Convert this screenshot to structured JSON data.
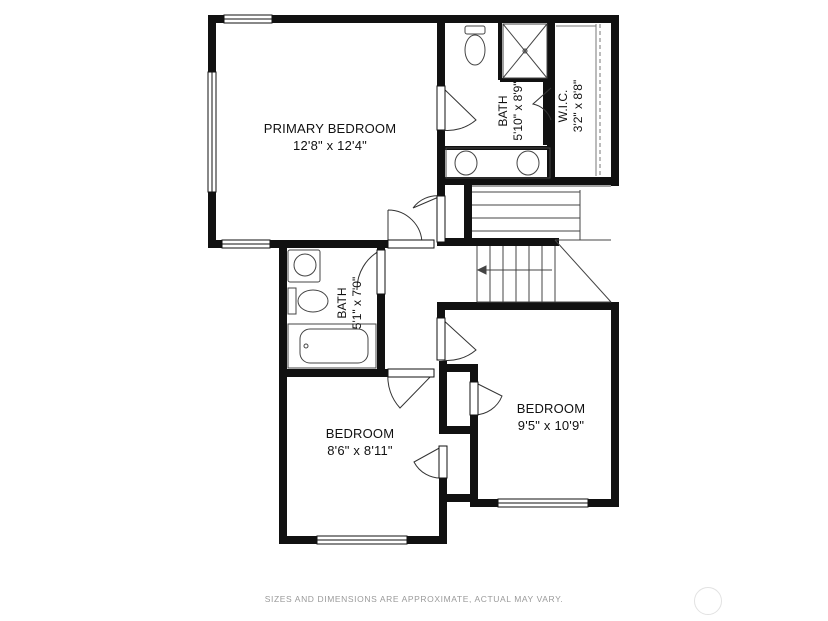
{
  "rooms": {
    "primary_bedroom": {
      "name": "PRIMARY BEDROOM",
      "dims": "12'8\" x 12'4\""
    },
    "bath_1": {
      "name": "BATH",
      "dims": "5'10\" x 8'9\""
    },
    "wic": {
      "name": "W.I.C.",
      "dims": "3'2\" x 8'8\""
    },
    "bath_2": {
      "name": "BATH",
      "dims": "5'1\" x 7'0\""
    },
    "bedroom_2": {
      "name": "BEDROOM",
      "dims": "8'6\" x 8'11\""
    },
    "bedroom_3": {
      "name": "BEDROOM",
      "dims": "9'5\" x 10'9\""
    }
  },
  "footer": {
    "disclaimer": "SIZES AND DIMENSIONS ARE APPROXIMATE, ACTUAL MAY VARY."
  },
  "colors": {
    "wall": "#111111",
    "fixture": "#555555",
    "background": "#ffffff"
  }
}
